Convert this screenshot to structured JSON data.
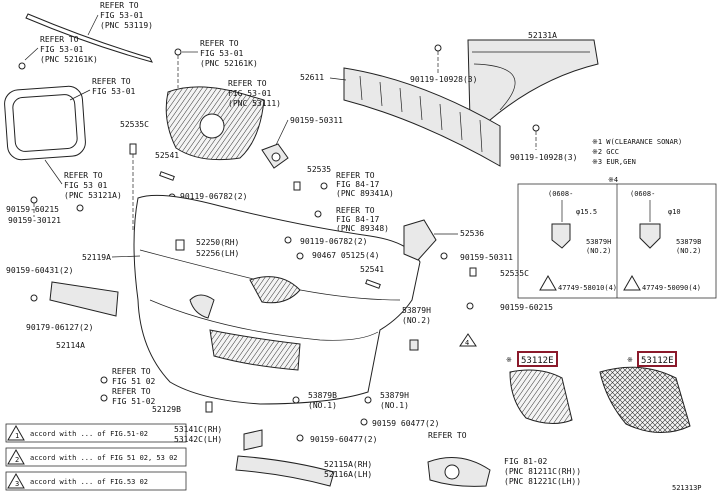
{
  "labels": {
    "refer_top": [
      "REFER TO",
      "FIG 53-01",
      "(PNC 53119)"
    ],
    "refer_left": [
      "REFER TO",
      "FIG 53-01",
      "(PNC 52161K)"
    ],
    "refer_mid": [
      "REFER TO",
      "FIG 53-01",
      "(PNC 52161K)"
    ],
    "refer_left2": [
      "REFER TO",
      "FIG 53-01"
    ],
    "refer_grille": [
      "REFER TO",
      "FIG 53-01",
      "(PNC 53111)"
    ],
    "refer_leftlow": [
      "REFER TO",
      "FIG 53 01",
      "(PNC 53121A)"
    ],
    "refer_84a": [
      "REFER TO",
      "FIG 84-17",
      "(PNC 89341A)"
    ],
    "refer_84b": [
      "REFER TO",
      "FIG 84-17",
      "(PNC 89348)"
    ],
    "refer_51a": [
      "REFER TO",
      "FIG 51 02"
    ],
    "refer_51b": [
      "REFER TO",
      "FIG 51-02"
    ],
    "refer_81": [
      "REFER TO",
      "FIG 81-02",
      "(PNC 81211C(RH))",
      "(PNC 81221C(LH))"
    ],
    "p52131A": "52131A",
    "p52611": "52611",
    "p90119_a": "90119-10928(3)",
    "p90119_b": "90119-10928(3)",
    "p52535C_top": "52535C",
    "p52541_top": "52541",
    "p90159_50311_top": "90159-50311",
    "p52535": "52535",
    "p90119_06782_a": "90119-06782(2)",
    "p90159_60215_left": "90159-60215",
    "p90159_30121": "90159-30121",
    "p52250": "52250(RH)",
    "p52256": "52256(LH)",
    "p90119_06782_b": "90119-06782(2)",
    "p90467": "90467 05125(4)",
    "p52536": "52536",
    "p90159_50311_r": "90159-50311",
    "p52119A": "52119A",
    "p90159_60431": "90159-60431(2)",
    "p52541_mid": "52541",
    "p52535C_r": "52535C",
    "p90159_60215_r": "90159-60215",
    "p90179": "90179-06127(2)",
    "p52114A": "52114A",
    "p53879H_r": "53879H",
    "p53879H_r_no": "(NO.2)",
    "p53112E_a": "53112E",
    "p53112E_b": "53112E",
    "p53141C": "53141C(RH)",
    "p53142C": "53142C(LH)",
    "p52129B": "52129B",
    "p53879B": "53879B",
    "p53879B_no": "(NO.1)",
    "p53879H_b": "53879H",
    "p53879H_b_no": "(NO.1)",
    "p90159_60477_a": "90159 60477(2)",
    "p90159_60477_b": "90159-60477(2)",
    "p52115A": "52115A(RH)",
    "p52116A": "52116A(LH)",
    "note_1": "※1 W(CLEARANCE SONAR)",
    "note_2": "※2 GCC",
    "note_3": "※3 EUR,GEN",
    "note_4": "※4",
    "inset_l_hdr": "(0608-",
    "inset_r_hdr": "(0608-",
    "inset_l_dia": "φ15.5",
    "inset_r_dia": "φ10",
    "inset_l_part": "53879H",
    "inset_l_no": "(NO.2)",
    "inset_r_part": "53879B",
    "inset_r_no": "(NO.2)",
    "inset_l_bolt": "47749-58010(4)",
    "inset_r_bolt": "47749-50090(4)",
    "legend_1": "accord with ... of FIG.51-02",
    "legend_2": "accord with ... of FIG 51 02, 53 02",
    "legend_3": "accord with ... of FIG.53 02",
    "figure_id": "521313P"
  }
}
